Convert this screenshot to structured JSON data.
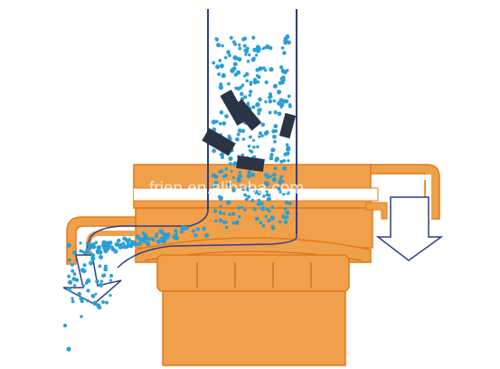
{
  "watermark": {
    "text": "frien.en.alibaba.com"
  },
  "colors": {
    "machine_fill": "#f0a04a",
    "machine_stroke": "#e07a1a",
    "pipe_stroke": "#2d3d8a",
    "particle_color": "#2a9fd6",
    "debris_color": "#2a3444",
    "fines_arrow_stroke": "#2d3d8a",
    "oversize_arrow_stroke": "#2d3d8a"
  },
  "components": {
    "inlet_pipe": "feed-pipe",
    "screen_frame": "sieve-frame",
    "fines_outlet": "left-chute",
    "oversize_outlet": "right-chute",
    "vibration_motor_base": "motor-base"
  }
}
